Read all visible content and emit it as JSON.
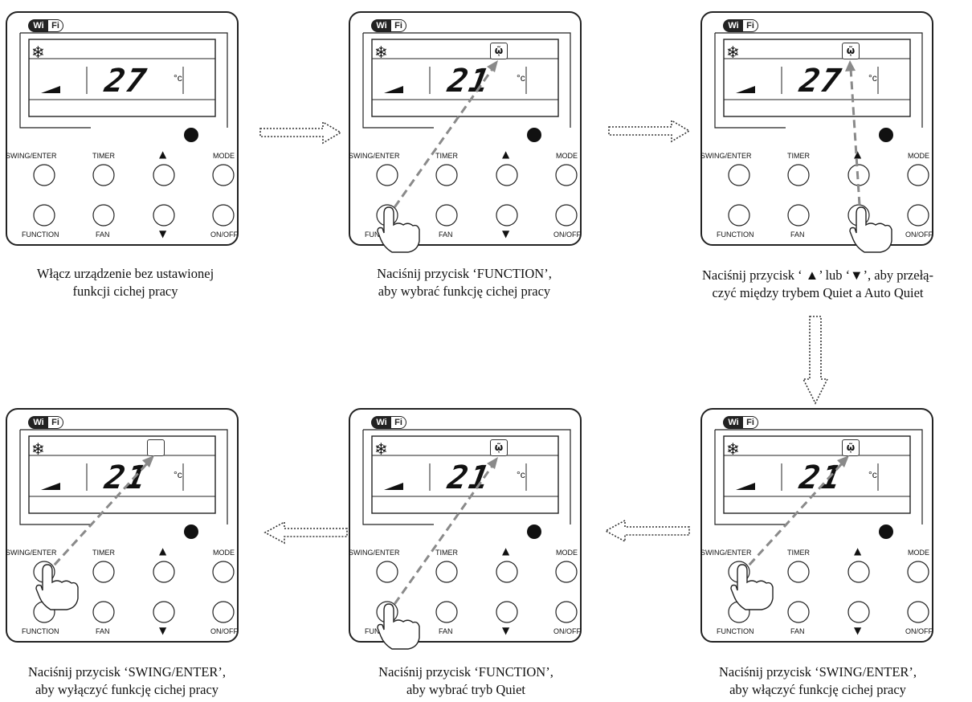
{
  "device": {
    "wifi_w": "Wi",
    "wifi_fi": "Fi",
    "temperature": "27",
    "temperature_alt": "21",
    "unit": "°c",
    "snowflake": "❄",
    "quiet_icon": "ῷ",
    "buttons": {
      "swing": "SWING/ENTER",
      "timer": "TIMER",
      "mode": "MODE",
      "function": "FUNCTION",
      "fan": "FAN",
      "onoff": "ON/OFF",
      "up": "▲",
      "down": "▼"
    }
  },
  "steps": [
    {
      "line1": "Włącz urządzenie bez ustawionej",
      "line2": "funkcji cichej pracy"
    },
    {
      "line1": "Naciśnij przycisk ‘FUNCTION’,",
      "line2": "aby wybrać funkcję cichej pracy"
    },
    {
      "line1": "Naciśnij przycisk ‘ ▲’ lub ‘▼’, aby przełą-",
      "line2": "czyć między trybem Quiet a Auto Quiet"
    },
    {
      "line1": "Naciśnij przycisk ‘SWING/ENTER’,",
      "line2": "aby włączyć funkcję cichej pracy"
    },
    {
      "line1": "Naciśnij przycisk ‘FUNCTION’,",
      "line2": "aby wybrać tryb Quiet"
    },
    {
      "line1": "Naciśnij przycisk ‘SWING/ENTER’,",
      "line2": "aby wyłączyć funkcję cichej pracy"
    }
  ],
  "colors": {
    "outline": "#222222",
    "dashed_arrow": "#8a8a8a"
  }
}
